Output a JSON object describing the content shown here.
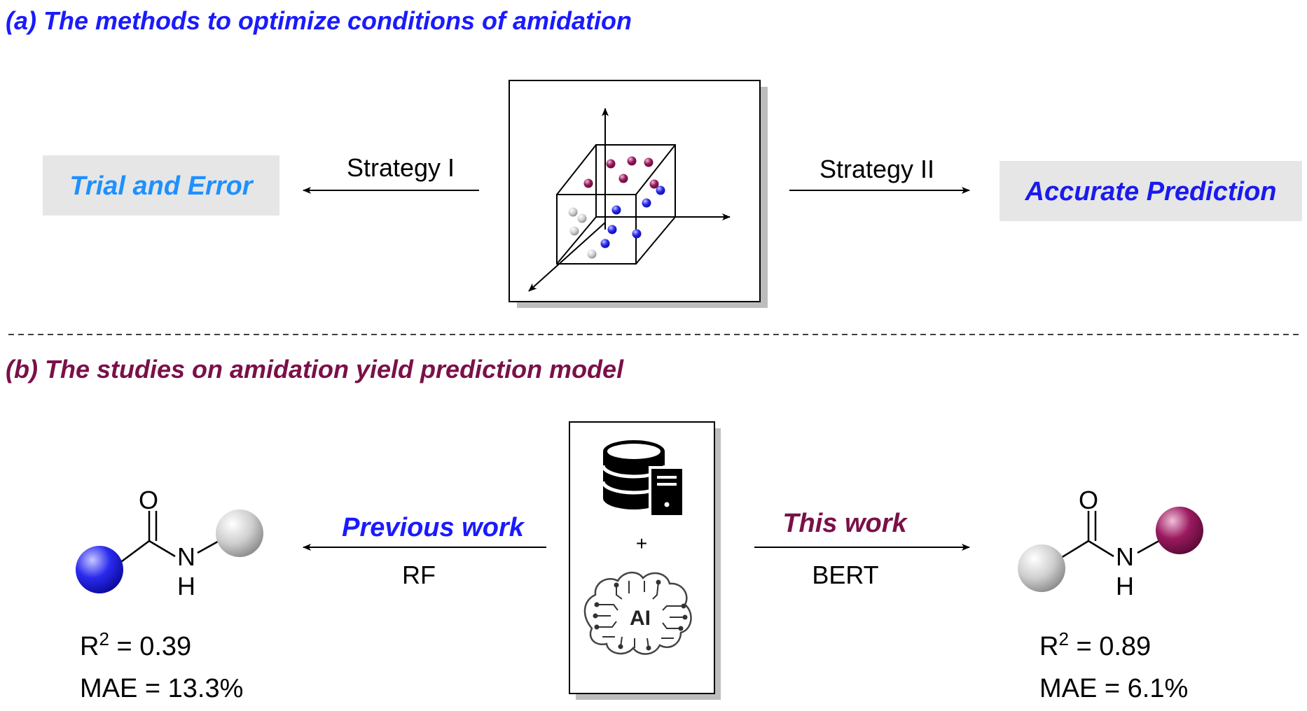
{
  "section_a": {
    "title": "(a) The methods to optimize conditions of amidation",
    "left_box": "Trial and Error",
    "right_box": "Accurate Prediction",
    "left_arrow_label": "Strategy I",
    "right_arrow_label": "Strategy II"
  },
  "section_b": {
    "title": "(b) The studies on amidation yield prediction model",
    "left_arrow_top": "Previous work",
    "left_arrow_bottom": "RF",
    "right_arrow_top": "This work",
    "right_arrow_bottom": "BERT",
    "center_plus": "+",
    "ai_text": "AI",
    "left_molecule": {
      "o_label": "O",
      "n_label": "N",
      "h_label": "H",
      "r2_base": "R",
      "r2_sup": "2",
      "r2_value": " = 0.39",
      "mae": "MAE = 13.3%"
    },
    "right_molecule": {
      "o_label": "O",
      "n_label": "N",
      "h_label": "H",
      "r2_base": "R",
      "r2_sup": "2",
      "r2_value": " = 0.89",
      "mae": "MAE = 6.1%"
    }
  },
  "colors": {
    "title_a": "#1a1aff",
    "title_b": "#7a1048",
    "trial_text": "#1e90ff",
    "accurate_text": "#1a1aee",
    "previous_work": "#1a1aff",
    "this_work": "#7a1048",
    "box_fill": "#e6e6e6",
    "dot_grey": "#b0b0b0",
    "dot_blue": "#2020e0",
    "dot_maroon": "#8a1a55"
  }
}
